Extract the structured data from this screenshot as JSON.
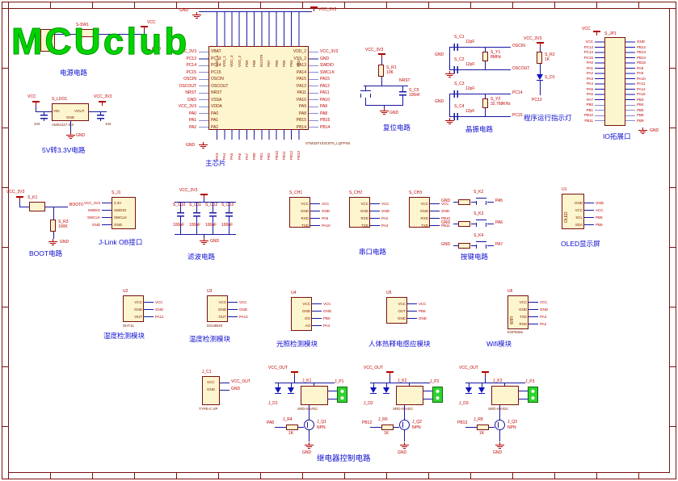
{
  "watermark": "MCUclub",
  "colors": {
    "watermark_green": "#00d400",
    "component_fill": "#fdf5cd",
    "component_border": "#7a0f0f",
    "wire_blue": "#1616a0",
    "net_red": "#c00000",
    "caption_blue": "#0d0dd0",
    "terminal_green": "#2fd32f"
  },
  "power": {
    "caption": "电源电路",
    "switch_ref": "S-SW1",
    "vcc": "VCC",
    "gnd": "GND"
  },
  "ldo": {
    "caption": "5V转3.3V电路",
    "ref": "S_LDO1",
    "part": "AMS1117-3.3",
    "pin_in": "VIN",
    "pin_out": "VOUT",
    "pin_gnd": "GND",
    "net_in": "VCC",
    "net_out": "VCC_3V3",
    "net_gnd": "GND",
    "cap1": "104",
    "cap2": "104"
  },
  "mcu": {
    "caption": "主芯片",
    "part": "STM32F103C8T6_LQFP48",
    "top_rail_left": "GND",
    "top_rail_right": "VCC_3V3",
    "left_pins": [
      {
        "name": "VBAT",
        "net": "VCC_3V3"
      },
      {
        "name": "PC13",
        "net": "PC13"
      },
      {
        "name": "PC14",
        "net": "PC14"
      },
      {
        "name": "PC15",
        "net": "PC15"
      },
      {
        "name": "OSCIN",
        "net": "OSCIN"
      },
      {
        "name": "OSCOUT",
        "net": "OSCOUT"
      },
      {
        "name": "NRST",
        "net": "NRST"
      },
      {
        "name": "VSSA",
        "net": "GND"
      },
      {
        "name": "VDDA",
        "net": "VCC_3V3"
      },
      {
        "name": "PA0",
        "net": "PA0"
      },
      {
        "name": "PA1",
        "net": "PA1"
      },
      {
        "name": "PA2",
        "net": "PA2"
      }
    ],
    "right_pins": [
      {
        "name": "VDD_2",
        "net": "VCC_3V3"
      },
      {
        "name": "VSS_2",
        "net": "GND"
      },
      {
        "name": "PA13",
        "net": "SWDIO"
      },
      {
        "name": "PA14",
        "net": "SWCLK"
      },
      {
        "name": "PA15",
        "net": "PA15"
      },
      {
        "name": "PA12",
        "net": "PA12"
      },
      {
        "name": "PA11",
        "net": "PA11"
      },
      {
        "name": "PA10",
        "net": "PA10"
      },
      {
        "name": "PA9",
        "net": "PA9"
      },
      {
        "name": "PA8",
        "net": "PA8"
      },
      {
        "name": "PB15",
        "net": "PB15"
      },
      {
        "name": "PB14",
        "net": "PB14"
      }
    ],
    "top_pins": [
      "VDD_1",
      "VSS_1",
      "VDD_3",
      "VSS_3",
      "PB9",
      "PB8",
      "BOOT0",
      "PB7",
      "PB6",
      "PB5",
      "PB4",
      "PB3"
    ],
    "bottom_pins": [
      "PA3",
      "PA4",
      "PA5",
      "PA6",
      "PA7",
      "PB0",
      "PB1",
      "PB2",
      "PB10",
      "PB11",
      "PB12",
      "PB13"
    ]
  },
  "reset": {
    "caption": "复位电路",
    "res_ref": "S_R1",
    "res_val": "10K",
    "cap_ref": "S_C5",
    "cap_val": "100nF",
    "net_vcc": "VCC_3V3",
    "net_out": "NRST",
    "net_gnd": "GND"
  },
  "crystal": {
    "caption": "晶振电路",
    "gnd": "GND",
    "x1": {
      "cap1_ref": "S_C1",
      "cap1_val": "12pF",
      "cap2_ref": "S_C2",
      "cap2_val": "12pF",
      "ref": "S_Y1",
      "val": "8MHz",
      "net_a": "OSCIN",
      "net_b": "OSCOUT"
    },
    "x2": {
      "cap1_ref": "S_C3",
      "cap1_val": "12pF",
      "cap2_ref": "S_C4",
      "cap2_val": "12pF",
      "ref": "S_Y2",
      "val": "32.768KHz",
      "net_a": "PC14",
      "net_b": "PC15"
    }
  },
  "runled": {
    "caption": "程序运行指示灯",
    "net_vcc": "VCC_3V3",
    "res_ref": "S_R2",
    "res_val": "1K",
    "led_ref": "S_D1",
    "net_out": "PC13"
  },
  "io": {
    "caption": "IO拓展口",
    "ref": "S_JP1",
    "net_vcc": "VCC",
    "net_gnd": "GND",
    "left": [
      "VCC",
      "PC13",
      "PC14",
      "PC15",
      "PA0",
      "PA1",
      "PA2",
      "PA3",
      "PA4",
      "PA5",
      "PA6",
      "PA7",
      "PB0",
      "PB1",
      "PB10",
      "PB11"
    ],
    "right": [
      "GND",
      "PB12",
      "PB13",
      "PB14",
      "PB15",
      "PA8",
      "PA9",
      "PA10",
      "PA11",
      "PA12",
      "PA15",
      "PB3",
      "PB4",
      "PB5",
      "PB8",
      "PB9"
    ]
  },
  "boot": {
    "caption": "BOOT电路",
    "net_vcc": "VCC_3V3",
    "sw_ref": "S_K1",
    "res_ref": "S_R3",
    "res_val": "100K",
    "net_out": "BOOT0",
    "net_gnd": "GND"
  },
  "jlink": {
    "caption": "J-Link OB接口",
    "ref": "S_J1",
    "rows": [
      {
        "pin": "3.3V",
        "net": "VCC_3V3"
      },
      {
        "pin": "SWDIO",
        "net": "SWDIO"
      },
      {
        "pin": "SWCLK",
        "net": "SWCLK"
      },
      {
        "pin": "GND",
        "net": "GND"
      }
    ]
  },
  "filter": {
    "caption": "滤波电路",
    "net_vcc": "VCC_3V3",
    "net_gnd": "GND",
    "caps": [
      {
        "ref": "S_C10",
        "val": "100nF"
      },
      {
        "ref": "S_C11",
        "val": "100nF"
      },
      {
        "ref": "S_C12",
        "val": "100nF"
      },
      {
        "ref": "S_C13",
        "val": "100nF"
      }
    ]
  },
  "serial": {
    "caption": "串口电路",
    "h1": {
      "ref": "S_CH1",
      "rows": [
        {
          "pin": "VCC",
          "net": "VCC"
        },
        {
          "pin": "GND",
          "net": "GND"
        },
        {
          "pin": "RXD",
          "net": "PA9"
        },
        {
          "pin": "TXD",
          "net": "PA10"
        }
      ]
    },
    "h2": {
      "ref": "S_CH2",
      "rows": [
        {
          "pin": "VCC",
          "net": "VCC"
        },
        {
          "pin": "GND",
          "net": "GND"
        },
        {
          "pin": "RXD",
          "net": "PA2"
        },
        {
          "pin": "TXD",
          "net": "PA3"
        }
      ]
    },
    "h3": {
      "ref": "S_CH3",
      "rows": [
        {
          "pin": "VCC",
          "net": "VCC"
        },
        {
          "pin": "GND",
          "net": "GND"
        },
        {
          "pin": "RXD",
          "net": "PB10"
        },
        {
          "pin": "TXD",
          "net": "PB11"
        }
      ]
    }
  },
  "keys": {
    "caption": "按键电路",
    "items": [
      {
        "ref": "S_K2",
        "net_l": "GND",
        "net_r": "PA5"
      },
      {
        "ref": "S_K3",
        "net_l": "GND",
        "net_r": "PA6"
      },
      {
        "ref": "S_K4",
        "net_l": "GND",
        "net_r": "PA7"
      }
    ]
  },
  "oled": {
    "caption": "OLED显示屏",
    "ref": "U1",
    "label": "OLED",
    "rows": [
      {
        "pin": "GND",
        "net": "GND"
      },
      {
        "pin": "VCC",
        "net": "VCC"
      },
      {
        "pin": "SCL",
        "net": "PB8"
      },
      {
        "pin": "SDA",
        "net": "PB9"
      }
    ]
  },
  "mod1": {
    "caption": "湿度检测模块",
    "ref": "U2",
    "part": "DHT11",
    "rows": [
      {
        "pin": "VCC",
        "net": "VCC"
      },
      {
        "pin": "GND",
        "net": "GND"
      },
      {
        "pin": "OUT",
        "net": "PA11"
      }
    ]
  },
  "mod2": {
    "caption": "温度检测模块",
    "ref": "U3",
    "part": "DS18B20",
    "rows": [
      {
        "pin": "VCC",
        "net": "VCC"
      },
      {
        "pin": "GND",
        "net": "GND"
      },
      {
        "pin": "OUT",
        "net": "PA12"
      }
    ]
  },
  "mod3": {
    "caption": "光照检测模块",
    "ref": "U4",
    "rows": [
      {
        "pin": "VCC",
        "net": "VCC"
      },
      {
        "pin": "GND",
        "net": "GND"
      },
      {
        "pin": "DO",
        "net": "PB0"
      },
      {
        "pin": "AO",
        "net": "PA4"
      }
    ]
  },
  "mod4": {
    "caption": "人体热释电感应模块",
    "ref": "U5",
    "rows": [
      {
        "pin": "VCC",
        "net": "VCC"
      },
      {
        "pin": "OUT",
        "net": "PB5"
      },
      {
        "pin": "GND",
        "net": "GND"
      }
    ]
  },
  "mod5": {
    "caption": "Wifi模块",
    "ref": "U6",
    "part": "ESP8266",
    "label": "WIFI",
    "rows": [
      {
        "pin": "VCC",
        "net": "VCC"
      },
      {
        "pin": "GND",
        "net": "GND"
      },
      {
        "pin": "TXD",
        "net": "PA3"
      },
      {
        "pin": "RXD",
        "net": "PA2"
      }
    ]
  },
  "relay": {
    "caption": "继电器控制电路",
    "typec": {
      "ref": "J_C1",
      "part": "TYPE-C-2P",
      "pin1": "VCC",
      "pin2": "GND",
      "net1": "VCC_OUT",
      "net2": "GND"
    },
    "channels": [
      {
        "rail": "VCC_OUT",
        "relay_ref": "J_K1",
        "relay_part": "SRD-05VDC",
        "diode_ref": "J_D1",
        "term_ref": "J_P1",
        "q_ref": "J_Q1",
        "q_part": "NPN",
        "res_ref": "J_R4",
        "res_val": "1K",
        "net": "PA8",
        "gnd": "GND"
      },
      {
        "rail": "VCC_OUT",
        "relay_ref": "J_K2",
        "relay_part": "SRD-05VDC",
        "diode_ref": "J_D2",
        "term_ref": "J_P2",
        "q_ref": "J_Q2",
        "q_part": "NPN",
        "res_ref": "J_R6",
        "res_val": "1K",
        "net": "PB12",
        "gnd": "GND"
      },
      {
        "rail": "VCC_OUT",
        "relay_ref": "J_K3",
        "relay_part": "SRD-05VDC",
        "diode_ref": "J_D3",
        "term_ref": "J_P3",
        "q_ref": "J_Q3",
        "q_part": "NPN",
        "res_ref": "J_R8",
        "res_val": "1K",
        "net": "PB13",
        "gnd": "GND"
      }
    ]
  }
}
